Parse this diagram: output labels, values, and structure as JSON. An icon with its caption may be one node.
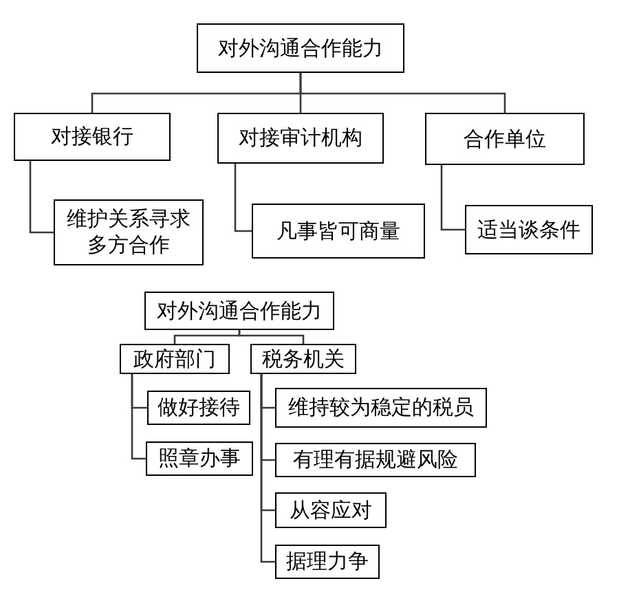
{
  "diagram": {
    "nodes": [
      {
        "text": [
          "对外沟通合作能力"
        ]
      },
      {
        "text": [
          "对接银行"
        ]
      },
      {
        "text": [
          "对接审计机构"
        ]
      },
      {
        "text": [
          "合作单位"
        ]
      },
      {
        "text": [
          "维护关系寻求多方合作"
        ]
      },
      {
        "text": [
          "凡事皆可商量"
        ]
      },
      {
        "text": [
          "适当谈条件"
        ]
      },
      {
        "text": [
          "对外沟通合作能力"
        ]
      },
      {
        "text": [
          "政府部门"
        ]
      },
      {
        "text": [
          "税务机关"
        ]
      },
      {
        "text": [
          "做好接待"
        ]
      },
      {
        "text": [
          "照章办事"
        ]
      },
      {
        "text": [
          "维持较为稳定的税员"
        ]
      },
      {
        "text": [
          "有理有据规避风险"
        ]
      },
      {
        "text": [
          "从容应对"
        ]
      },
      {
        "text": [
          "据理力争"
        ]
      }
    ],
    "edges": [
      {
        "from": 0,
        "to": 1,
        "arrow": "none"
      },
      {
        "from": 0,
        "to": 2,
        "arrow": "none"
      },
      {
        "from": 0,
        "to": 3,
        "arrow": "none"
      },
      {
        "from": 1,
        "to": 4,
        "arrow": "none"
      },
      {
        "from": 2,
        "to": 5,
        "arrow": "none"
      },
      {
        "from": 3,
        "to": 6,
        "arrow": "none"
      },
      {
        "from": 7,
        "to": 8,
        "arrow": "none"
      },
      {
        "from": 7,
        "to": 9,
        "arrow": "none"
      },
      {
        "from": 8,
        "to": 10,
        "arrow": "none"
      },
      {
        "from": 8,
        "to": 11,
        "arrow": "none"
      },
      {
        "from": 9,
        "to": 12,
        "arrow": "none"
      },
      {
        "from": 9,
        "to": 13,
        "arrow": "none"
      },
      {
        "from": 9,
        "to": 14,
        "arrow": "none"
      },
      {
        "from": 9,
        "to": 15,
        "arrow": "none"
      }
    ]
  }
}
